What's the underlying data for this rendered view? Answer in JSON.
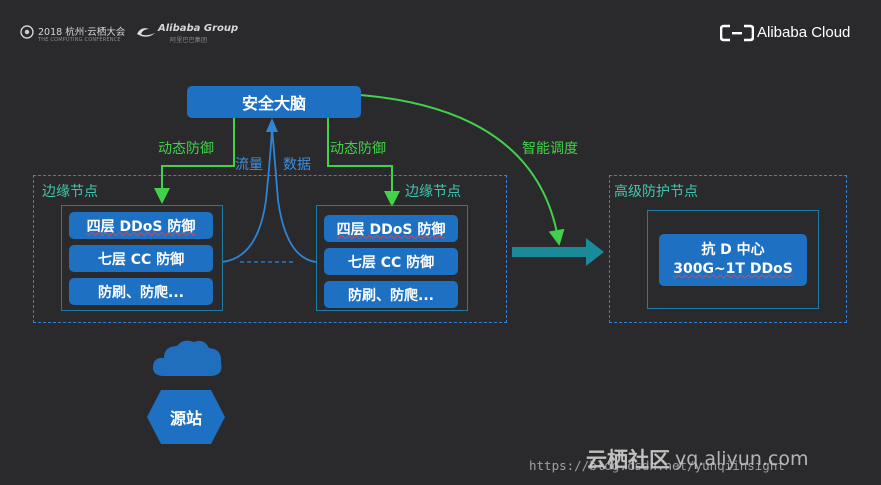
{
  "header": {
    "conference_title": "2018 杭州·云栖大会",
    "conference_subtitle": "THE COMPUTING CONFERENCE",
    "alibaba_group_logo": "Alibaba Group",
    "alibaba_group_cn": "阿里巴巴集团",
    "alibaba_cloud_logo": "Alibaba Cloud"
  },
  "diagram": {
    "security_brain": "安全大脑",
    "dynamic_defense_left": "动态防御",
    "dynamic_defense_right": "动态防御",
    "traffic": "流量",
    "data": "数据",
    "smart_dispatch": "智能调度",
    "edge_node_left": {
      "title": "边缘节点",
      "items": [
        "四层 DDoS 防御",
        "七层 CC 防御",
        "防刷、防爬..."
      ]
    },
    "edge_node_right": {
      "title": "边缘节点",
      "items": [
        "四层 DDoS 防御",
        "七层 CC 防御",
        "防刷、防爬..."
      ]
    },
    "advanced_node": {
      "title": "高级防护节点",
      "center_line1": "抗 D 中心",
      "center_line2": "300G~1T DDoS"
    },
    "origin": "源站"
  },
  "watermark": {
    "brand": "云栖社区",
    "site": "yq.aliyun.com",
    "url": "https://blog.csdn.net/yunqiinsight"
  },
  "colors": {
    "background": "#2a2a2c",
    "button_blue": "#1d70c2",
    "green": "#41d24a",
    "teal": "#3ec7b0",
    "dash_blue": "#2f84d6"
  }
}
